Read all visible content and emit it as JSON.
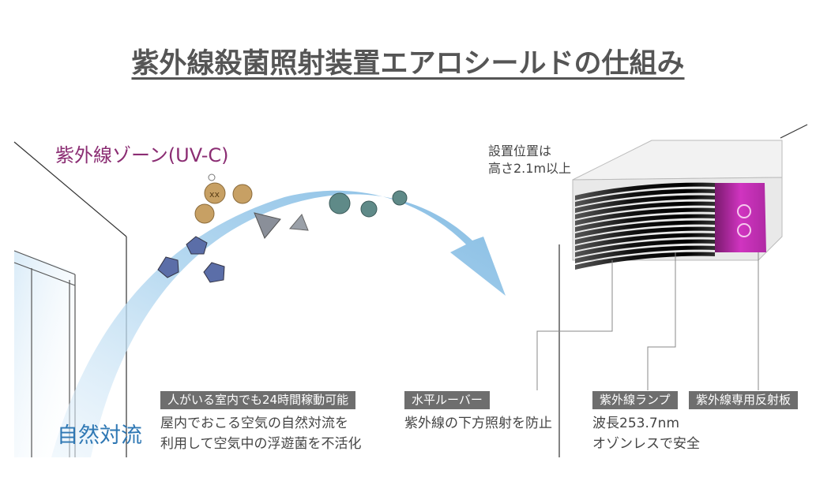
{
  "title": "紫外線殺菌照射装置エアロシールドの仕組み",
  "uv_zone_label": "紫外線ゾーン(UV-C)",
  "install_note": [
    "設置位置は",
    "高さ2.1m以上"
  ],
  "natural_convection_label": "自然対流",
  "callouts": [
    {
      "tag": "人がいる室内でも24時間稼動可能",
      "lines": [
        "屋内でおこる空気の自然対流を",
        "利用して空気中の浮遊菌を不活化"
      ]
    },
    {
      "tag": "水平ルーバー",
      "lines": [
        "紫外線の下方照射を防止"
      ]
    },
    {
      "tag": "紫外線ランプ",
      "lines": [
        "波長253.7nm",
        "オゾンレスで安全"
      ]
    },
    {
      "tag": "紫外線専用反射板",
      "lines": []
    }
  ],
  "colors": {
    "uv_purple": "#8b2d73",
    "airflow_blue": "#7db8e0",
    "reflector_magenta": "#c02ab0",
    "title_gray": "#555555",
    "tag_gray": "#6e6e6e"
  },
  "icons": [
    "virus-icon",
    "uv-lamp-icon",
    "airflow-arrow-icon"
  ]
}
